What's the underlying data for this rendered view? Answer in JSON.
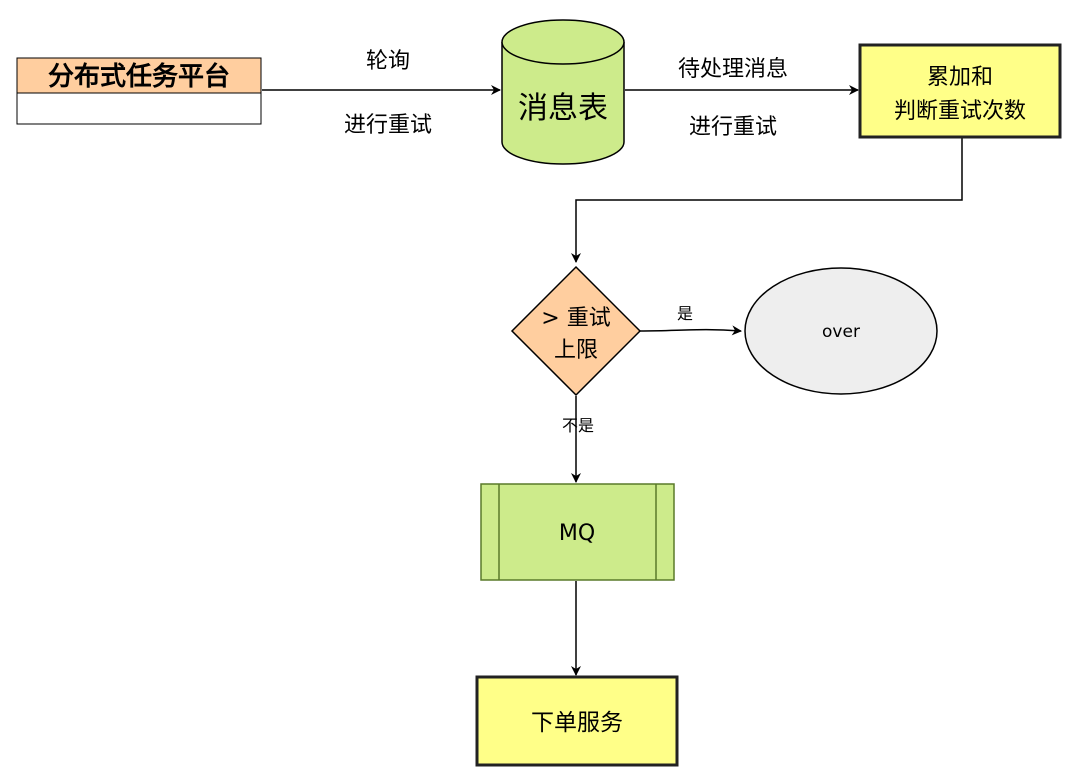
{
  "nodes": {
    "platform": {
      "title": "分布式任务平台",
      "header_color": "#ffce9f",
      "body_color": "#ffffff"
    },
    "message_table": {
      "label": "消息表",
      "color": "#cdeb8b"
    },
    "accumulate": {
      "line1": "累加和",
      "line2": "判断重试次数",
      "color": "#ffff88"
    },
    "decision": {
      "line1": "> 重试",
      "line2": "上限",
      "color": "#ffce9f"
    },
    "over": {
      "label": "over",
      "color": "#eeeeee"
    },
    "mq": {
      "label": "MQ",
      "color": "#cdeb8b"
    },
    "order_service": {
      "label": "下单服务",
      "color": "#ffff88"
    }
  },
  "edges": {
    "poll": {
      "label_top": "轮询",
      "label_bottom": "进行重试"
    },
    "pending": {
      "label_top": "待处理消息",
      "label_bottom": "进行重试"
    },
    "yes": {
      "label": "是"
    },
    "no": {
      "label": "不是"
    }
  }
}
